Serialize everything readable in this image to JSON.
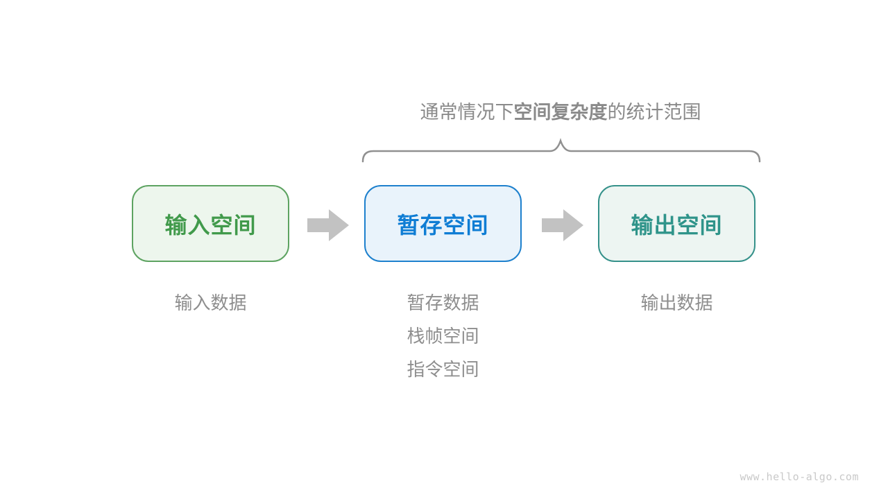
{
  "title": {
    "prefix": "通常情况下",
    "bold": "空间复杂度",
    "suffix": "的统计范围",
    "color": "#8a8a8a"
  },
  "brace": {
    "color": "#909090"
  },
  "arrow": {
    "color": "#c2c2c2"
  },
  "boxes": [
    {
      "label": "输入空间",
      "border_color": "#5da361",
      "text_color": "#419a4b",
      "bg_color": "#edf6ed"
    },
    {
      "label": "暂存空间",
      "border_color": "#1d80cd",
      "text_color": "#0f7dd4",
      "bg_color": "#e9f3fb"
    },
    {
      "label": "输出空间",
      "border_color": "#35918a",
      "text_color": "#2f948a",
      "bg_color": "#edf5f2"
    }
  ],
  "captions": [
    {
      "lines": [
        "输入数据"
      ]
    },
    {
      "lines": [
        "暂存数据",
        "栈帧空间",
        "指令空间"
      ]
    },
    {
      "lines": [
        "输出数据"
      ]
    }
  ],
  "caption_color": "#8e8e8e",
  "watermark": {
    "text": "www.hello-algo.com",
    "color": "#c9c9c9"
  }
}
